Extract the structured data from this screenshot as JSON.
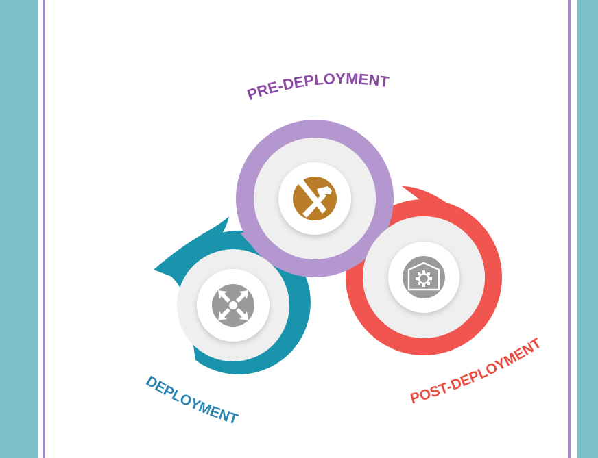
{
  "colors": {
    "frame_teal": "#7ec0c9",
    "frame_purple": "#a889c8",
    "pre_deployment": "#b497cf",
    "pre_deployment_text": "#8b4aa3",
    "deployment": "#1a94ac",
    "deployment_text": "#2a84b2",
    "post_deployment": "#f0564f",
    "post_deployment_text": "#e94c3f",
    "hub_ring": "#efefef",
    "hub_face": "#ffffff",
    "tools_icon_bg": "#b97d28",
    "grey_icon": "#9a9a9a"
  },
  "stages": {
    "pre_deployment": {
      "label": "PRE-DEPLOYMENT",
      "icon": "hammer-wrench-icon"
    },
    "deployment": {
      "label": "DEPLOYMENT",
      "icon": "expand-arrows-icon"
    },
    "post_deployment": {
      "label": "POST-DEPLOYMENT",
      "icon": "gear-window-icon"
    }
  }
}
